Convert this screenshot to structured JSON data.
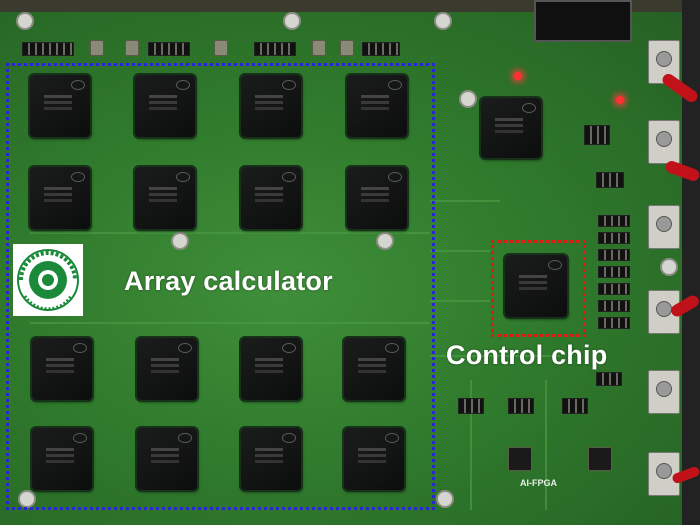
{
  "annotations": {
    "array_label": "Array calculator",
    "control_label": "Control chip",
    "board_label": "AI-FPGA"
  },
  "colors": {
    "array_box": "#2a24d8",
    "control_box": "#e01a12",
    "pcb": "#2f7a2c"
  }
}
